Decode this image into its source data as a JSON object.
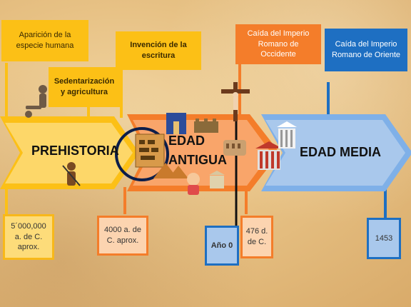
{
  "eras": {
    "prehistoria": "PREHISTORIA",
    "edad_antigua_line1": "EDAD",
    "edad_antigua_line2": "ANTIGUA",
    "edad_media": "EDAD MEDIA"
  },
  "events_top": {
    "aparicion": "Aparición de la especie humana",
    "sedentarizacion": "Sedentarización y agricultura",
    "escritura": "Invención de la escritura",
    "caida_occidente": "Caída del Imperio Romano de Occidente",
    "caida_oriente": "Caída del Imperio Romano de Oriente"
  },
  "dates_bottom": {
    "prehistoria": "5´000,000 a. de C. aprox.",
    "escritura": "4000 a. de C. aprox.",
    "anio0": "Año 0",
    "occidente": "476 d. de C.",
    "oriente": "1453"
  },
  "colors": {
    "prehistoria": "#fcc016",
    "antigua": "#f47d2a",
    "media": "#1e6fc2"
  }
}
